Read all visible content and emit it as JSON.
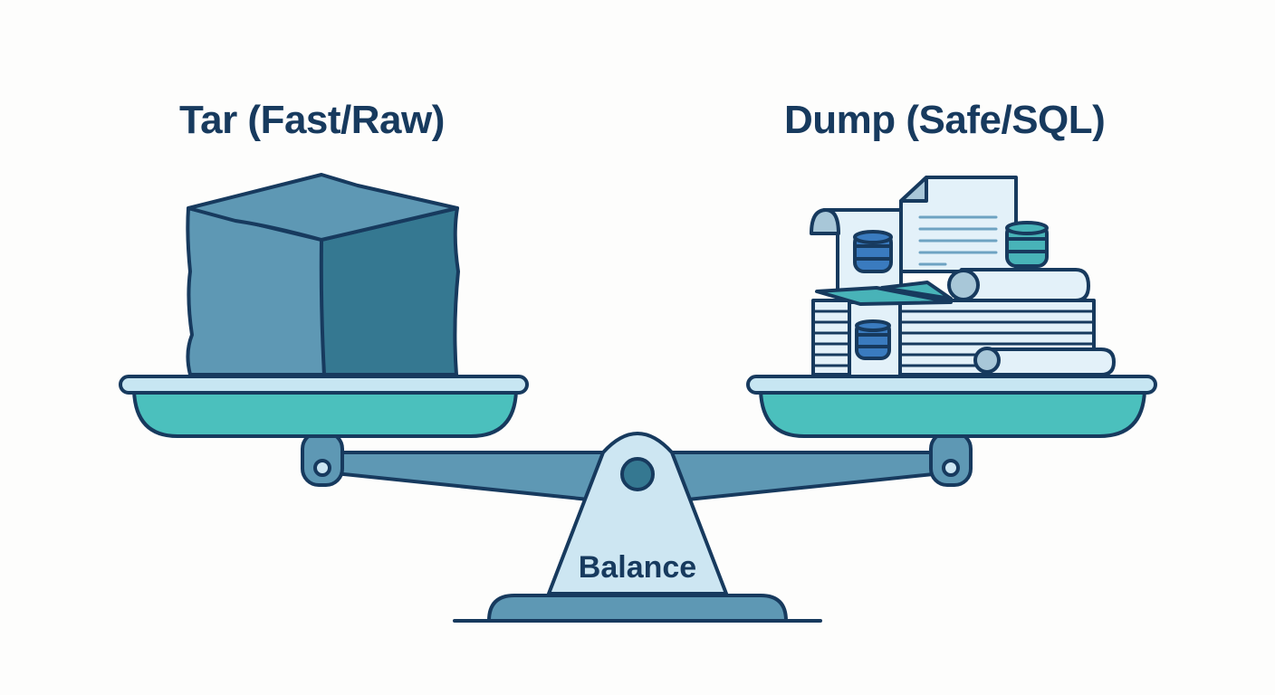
{
  "diagram": {
    "left_label": "Tar (Fast/Raw)",
    "right_label": "Dump (Safe/SQL)",
    "center_label": "Balance",
    "left_item_icon": "solid-block-icon",
    "right_item_icon": "document-stack-with-database-icon",
    "colors": {
      "outline": "#173a5e",
      "block_front": "#5e98b4",
      "block_side": "#357891",
      "pan": "#4bc0bd",
      "pan_rim": "#c7e6f2",
      "beam": "#5e98b4",
      "base_fill": "#cde6f2",
      "paper": "#e3f1f9",
      "db_blue": "#3a7bbf",
      "db_teal": "#48b3b8"
    }
  }
}
